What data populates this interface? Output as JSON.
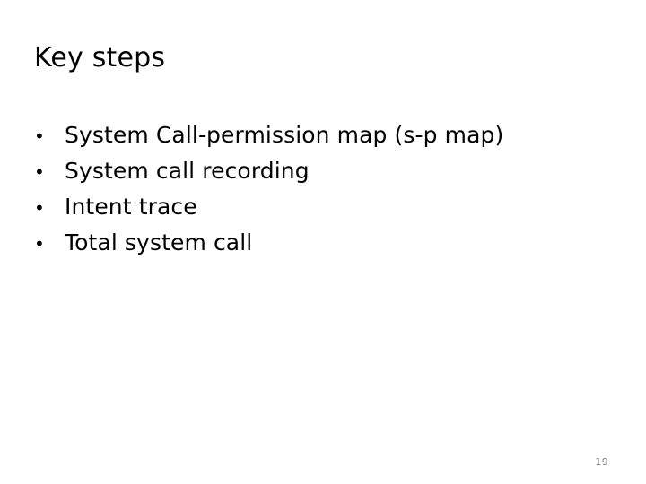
{
  "slide": {
    "title": "Key steps",
    "background_color": "#ffffff",
    "text_color": "#000000",
    "bullet_marker": "•",
    "bullets": [
      {
        "text": "System Call-permission map (s-p map)"
      },
      {
        "text": "System call recording"
      },
      {
        "text": "Intent trace"
      },
      {
        "text": "Total system call"
      }
    ],
    "page_number": "19",
    "page_number_color": "#808080"
  }
}
